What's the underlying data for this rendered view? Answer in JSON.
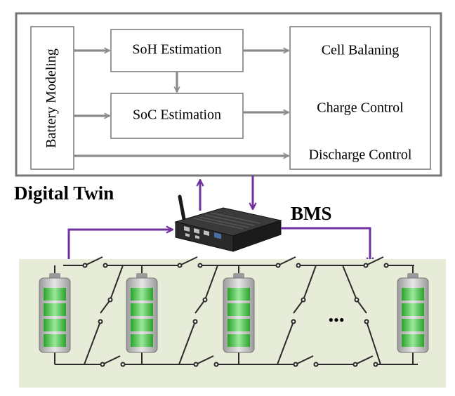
{
  "diagram": {
    "digital_twin": {
      "label": "Digital Twin",
      "blocks": {
        "battery_modeling": "Battery Modeling",
        "soh_estimation": "SoH Estimation",
        "soc_estimation": "SoC Estimation"
      },
      "outputs": {
        "cell_balancing": "Cell Balaning",
        "charge_control": "Charge Control",
        "discharge_control": "Discharge Control"
      }
    },
    "bms": {
      "label": "BMS"
    },
    "battery_pack": {
      "ellipsis": "•••"
    },
    "colors": {
      "frame": "#777777",
      "arrow_gray": "#8c8c8c",
      "signal_purple": "#7030a0",
      "pack_bg": "#e7ecd8",
      "cell_green": "#3fbf3f",
      "cell_grey": "#b5b5b5"
    }
  }
}
